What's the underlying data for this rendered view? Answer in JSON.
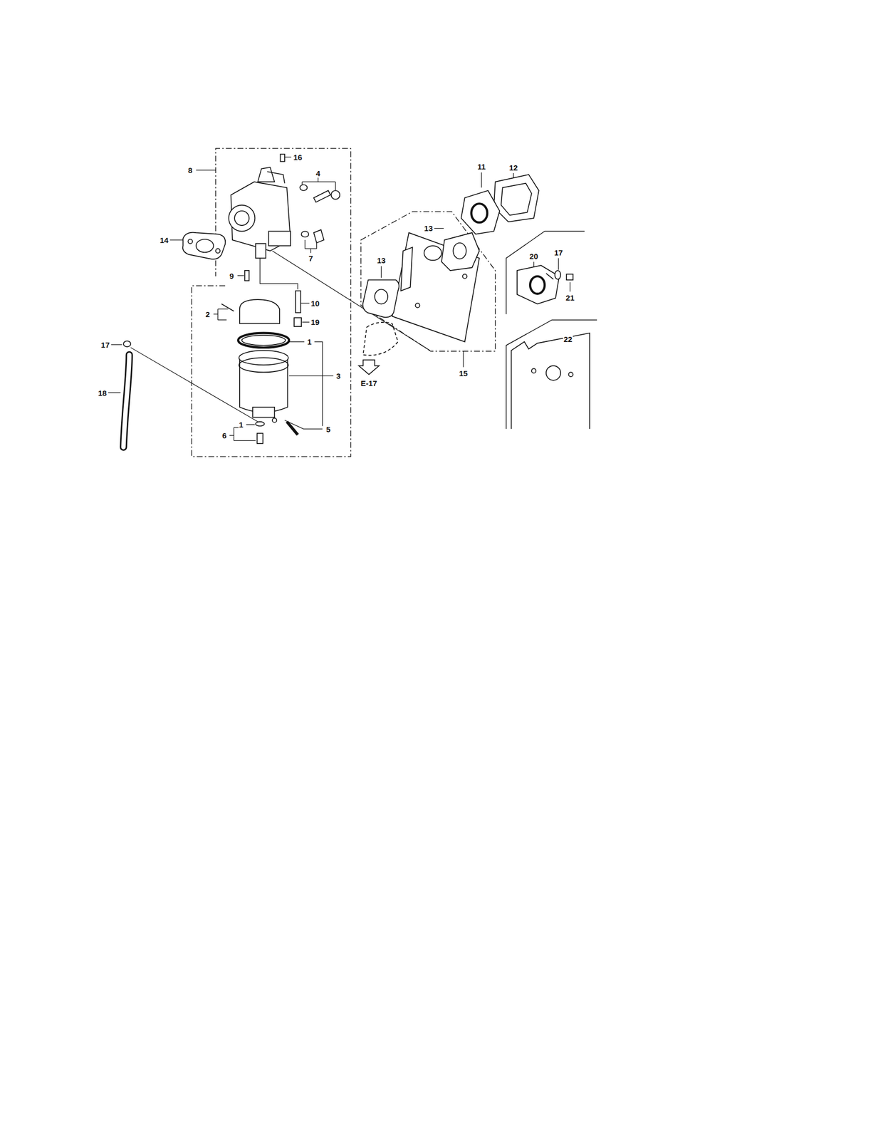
{
  "diagram": {
    "labels": [
      "16",
      "4",
      "8",
      "14",
      "7",
      "9",
      "10",
      "2",
      "19",
      "1",
      "3",
      "17",
      "18",
      "1",
      "5",
      "6",
      "E-17",
      "13",
      "13",
      "11",
      "12",
      "20",
      "17",
      "21",
      "15",
      "22"
    ]
  }
}
